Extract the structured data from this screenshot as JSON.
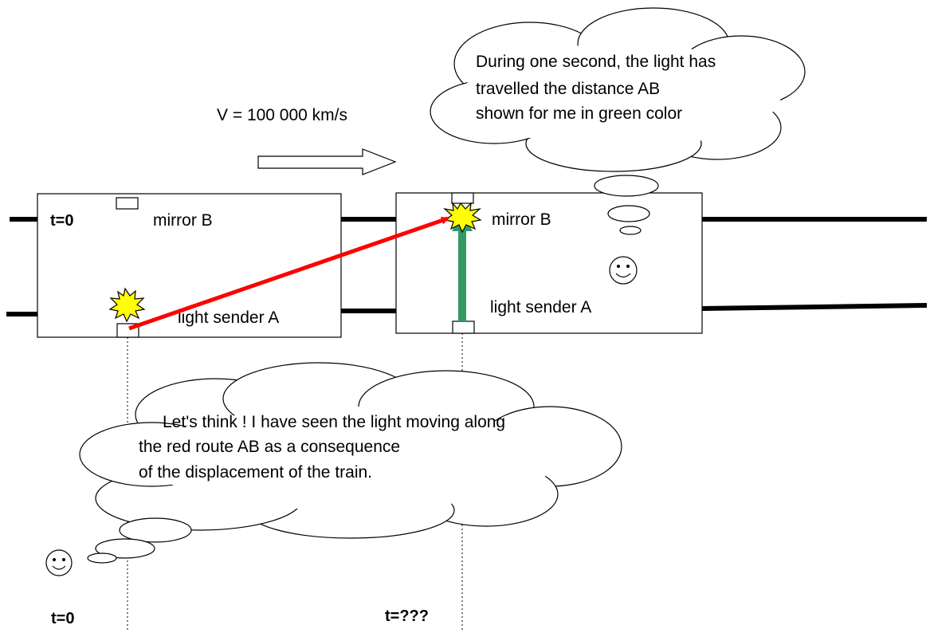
{
  "velocity_label": "V = 100 000 km/s",
  "train_left": {
    "time_label": "t=0",
    "mirror_label": "mirror B",
    "sender_label": "light sender A"
  },
  "train_right": {
    "mirror_label": "mirror B",
    "sender_label": "light sender A"
  },
  "thought_top": {
    "lines": [
      "During one second, the light has",
      "travelled the distance AB",
      "shown for me in green color"
    ]
  },
  "thought_bottom": {
    "lines": [
      "Let's think ! I have seen the light moving along",
      "the red route AB as a consequence",
      "of the displacement of the train."
    ]
  },
  "bottom_time_left": "t=0",
  "bottom_time_right": "t=???",
  "colors": {
    "red_route": "#ff0000",
    "green_route": "#339966",
    "flash": "#ffff00",
    "rail": "#000000"
  },
  "icons": [
    "smiley-icon",
    "smiley-icon",
    "flash-icon",
    "flash-icon",
    "arrow-right-icon"
  ]
}
